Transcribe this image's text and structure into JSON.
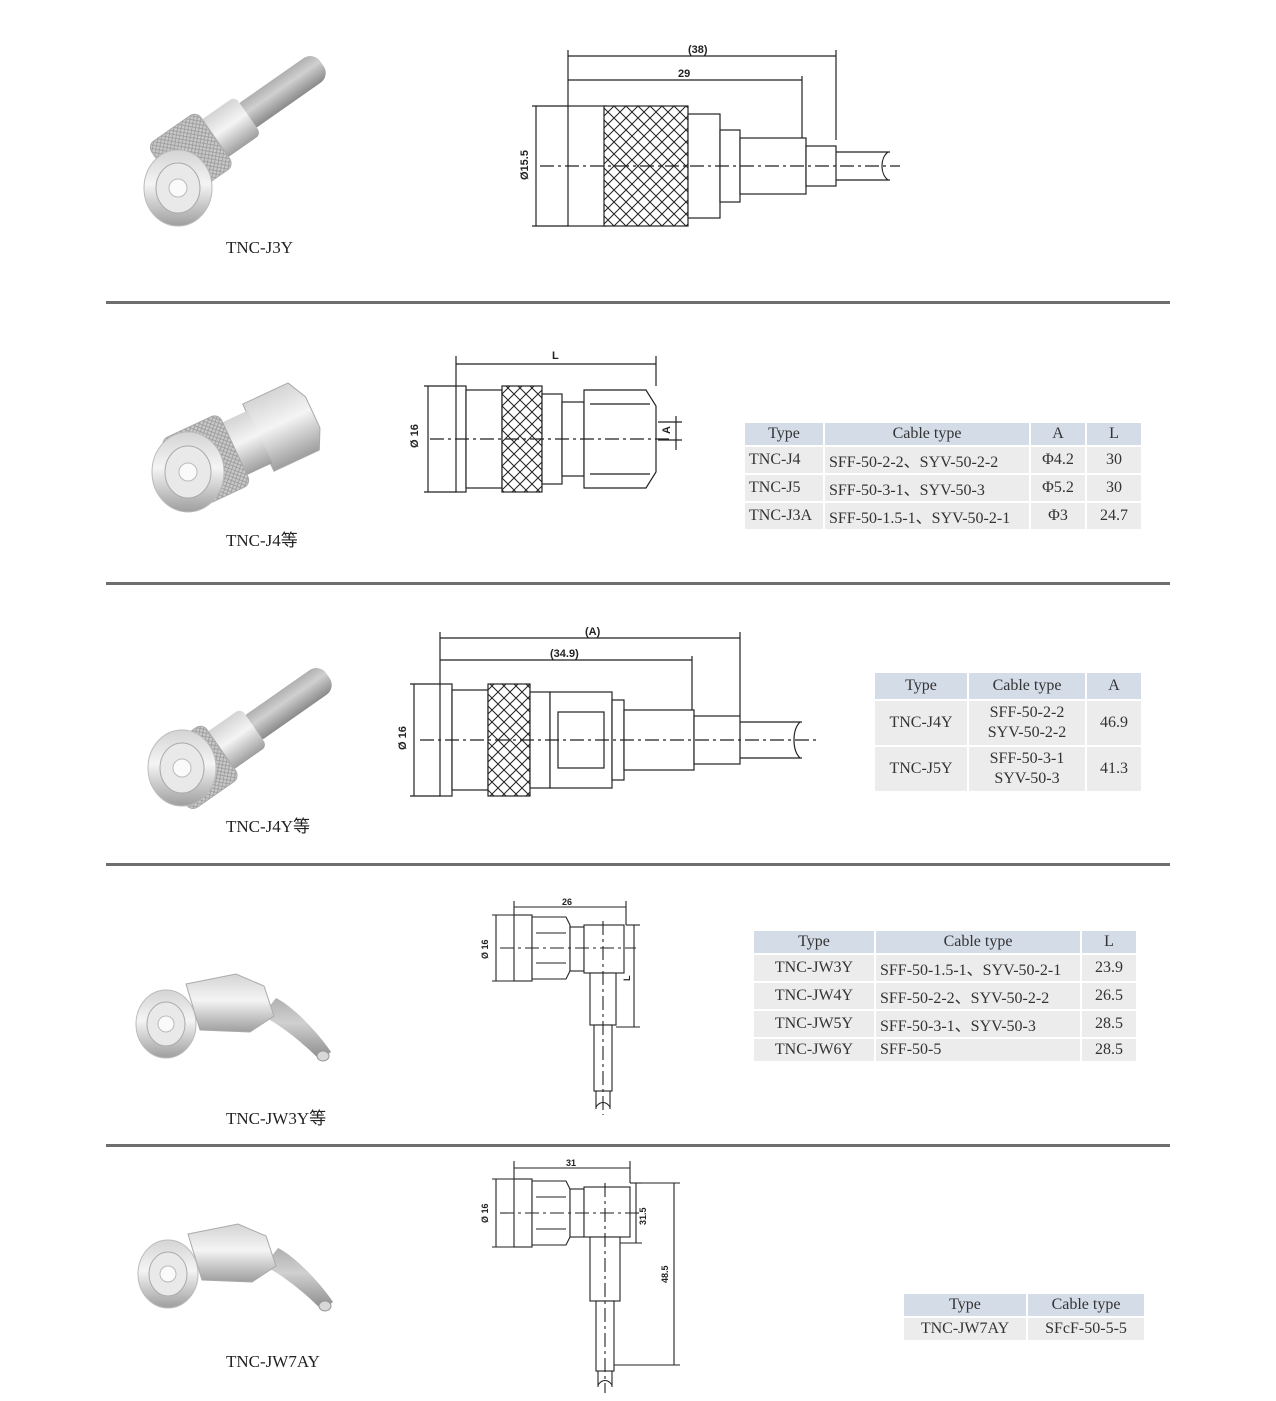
{
  "items": [
    {
      "caption": "TNC-J3Y",
      "dims": {
        "overall": "(38)",
        "body": "29",
        "diameter": "Ø15.5"
      }
    },
    {
      "caption": "TNC-J4等",
      "dims": {
        "length": "L",
        "diameter": "Ø 16",
        "a": "A"
      },
      "table": {
        "headers": [
          "Type",
          "Cable type",
          "A",
          "L"
        ],
        "rows": [
          [
            "TNC-J4",
            "SFF-50-2-2、SYV-50-2-2",
            "Φ4.2",
            "30"
          ],
          [
            "TNC-J5",
            "SFF-50-3-1、SYV-50-3",
            "Φ5.2",
            "30"
          ],
          [
            "TNC-J3A",
            "SFF-50-1.5-1、SYV-50-2-1",
            "Φ3",
            "24.7"
          ]
        ]
      }
    },
    {
      "caption": "TNC-J4Y等",
      "dims": {
        "overall": "(A)",
        "body": "(34.9)",
        "diameter": "Ø 16"
      },
      "table": {
        "headers": [
          "Type",
          "Cable type",
          "A"
        ],
        "rows": [
          {
            "type": "TNC-J4Y",
            "cable1": "SFF-50-2-2",
            "cable2": "SYV-50-2-2",
            "a": "46.9"
          },
          {
            "type": "TNC-J5Y",
            "cable1": "SFF-50-3-1",
            "cable2": "SYV-50-3",
            "a": "41.3"
          }
        ]
      }
    },
    {
      "caption": "TNC-JW3Y等",
      "dims": {
        "width": "26",
        "diameter": "Ø 16",
        "length": "L"
      },
      "table": {
        "headers": [
          "Type",
          "Cable type",
          "L"
        ],
        "rows": [
          [
            "TNC-JW3Y",
            "SFF-50-1.5-1、SYV-50-2-1",
            "23.9"
          ],
          [
            "TNC-JW4Y",
            "SFF-50-2-2、SYV-50-2-2",
            "26.5"
          ],
          [
            "TNC-JW5Y",
            "SFF-50-3-1、SYV-50-3",
            "28.5"
          ],
          [
            "TNC-JW6Y",
            "SFF-50-5",
            "28.5"
          ]
        ]
      }
    },
    {
      "caption": "TNC-JW7AY",
      "dims": {
        "width": "31",
        "diameter": "Ø 16",
        "inner": "31.5",
        "overall": "48.5"
      },
      "table": {
        "headers": [
          "Type",
          "Cable type"
        ],
        "rows": [
          [
            "TNC-JW7AY",
            "SFcF-50-5-5"
          ]
        ]
      }
    }
  ],
  "colors": {
    "separator": "#6e6e6e",
    "table_header": "#d4dce8",
    "table_cell": "#ececec"
  }
}
